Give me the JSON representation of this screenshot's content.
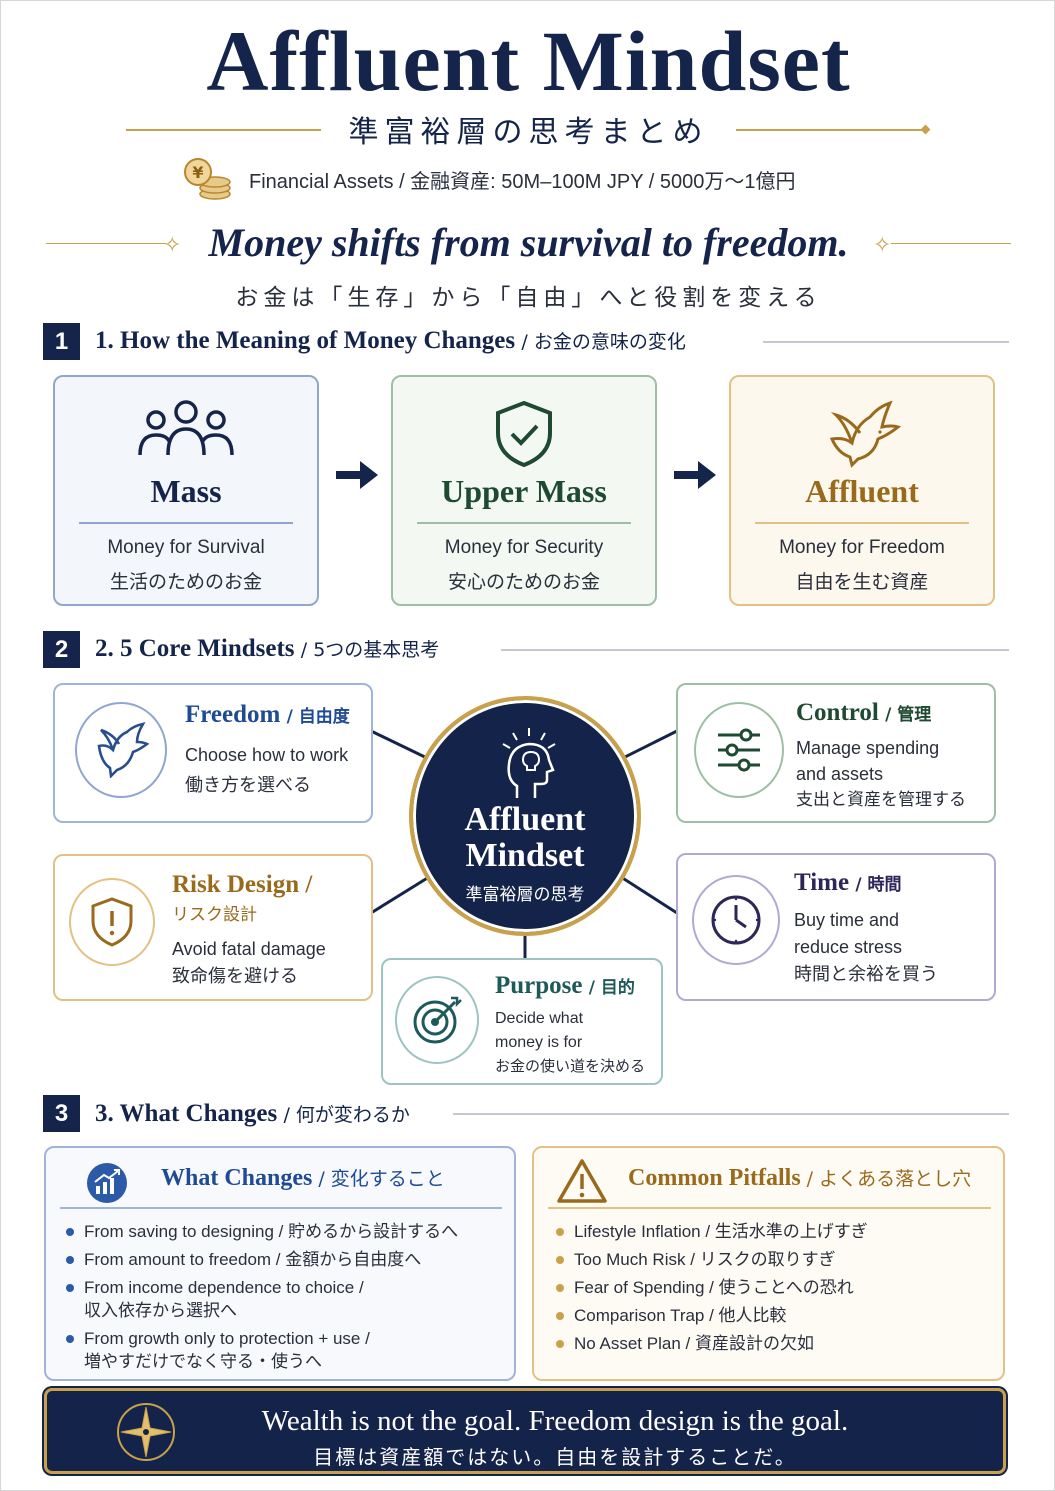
{
  "header": {
    "title": "Affluent Mindset",
    "subtitle": "準富裕層の思考まとめ",
    "assets": "Financial Assets / 金融資産: 50M–100M JPY / 5000万〜1億円",
    "tagline": "Money shifts from survival to freedom.",
    "tagline_jp": "お金は「生存」から「自由」へと役割を変える"
  },
  "section1": {
    "num": "1",
    "title": "1. How the Meaning of Money Changes",
    "title_jp": "/ お金の意味の変化",
    "tiers": [
      {
        "name": "Mass",
        "en": "Money for Survival",
        "jp": "生活のためのお金",
        "icon": "people-icon",
        "color": "#14244a"
      },
      {
        "name": "Upper Mass",
        "en": "Money for Security",
        "jp": "安心のためのお金",
        "icon": "shield-check-icon",
        "color": "#1f4a32"
      },
      {
        "name": "Affluent",
        "en": "Money for Freedom",
        "jp": "自由を生む資産",
        "icon": "dove-icon",
        "color": "#9a6a1c"
      }
    ]
  },
  "section2": {
    "num": "2",
    "title": "2. 5 Core Mindsets",
    "title_jp": "/ 5つの基本思考",
    "center": {
      "title": "Affluent Mindset",
      "sub": "準富裕層の思考"
    },
    "freedom": {
      "title": "Freedom",
      "title_jp": "/ 自由度",
      "l1": "Choose how to work",
      "l2": "働き方を選べる"
    },
    "control": {
      "title": "Control",
      "title_jp": "/ 管理",
      "l1": "Manage spending",
      "l2": "and assets",
      "l3": "支出と資産を管理する"
    },
    "risk": {
      "title": "Risk Design /",
      "title_jp": "リスク設計",
      "l1": "Avoid fatal damage",
      "l2": "致命傷を避ける"
    },
    "time": {
      "title": "Time",
      "title_jp": "/ 時間",
      "l1": "Buy time and",
      "l2": "reduce stress",
      "l3": "時間と余裕を買う"
    },
    "purpose": {
      "title": "Purpose",
      "title_jp": "/ 目的",
      "l1": "Decide what",
      "l2": "money is for",
      "l3": "お金の使い道を決める"
    }
  },
  "section3": {
    "num": "3",
    "title": "3. What Changes",
    "title_jp": "/ 何が変わるか",
    "changes": {
      "title": "What Changes",
      "title_jp": "/ 変化すること",
      "items": [
        {
          "l1": "From saving to designing / 貯めるから設計するへ",
          "l2": ""
        },
        {
          "l1": "From amount to freedom / 金額から自由度へ",
          "l2": ""
        },
        {
          "l1": "From income dependence to choice /",
          "l2": "収入依存から選択へ"
        },
        {
          "l1": "From growth only to protection + use /",
          "l2": "増やすだけでなく守る・使うへ"
        }
      ]
    },
    "pitfalls": {
      "title": "Common Pitfalls",
      "title_jp": "/ よくある落とし穴",
      "items": [
        "Lifestyle Inflation / 生活水準の上げすぎ",
        "Too Much Risk / リスクの取りすぎ",
        "Fear of Spending / 使うことへの恐れ",
        "Comparison Trap / 他人比較",
        "No Asset Plan / 資産設計の欠如"
      ]
    }
  },
  "banner": {
    "line1": "Wealth is not the goal. Freedom design is the goal.",
    "line2": "目標は資産額ではない。自由を設計することだ。"
  },
  "colors": {
    "navy": "#14244a",
    "gold": "#c9a14a",
    "green": "#1f4a32",
    "purple": "#3b2a6b",
    "teal": "#1f5a5a"
  }
}
